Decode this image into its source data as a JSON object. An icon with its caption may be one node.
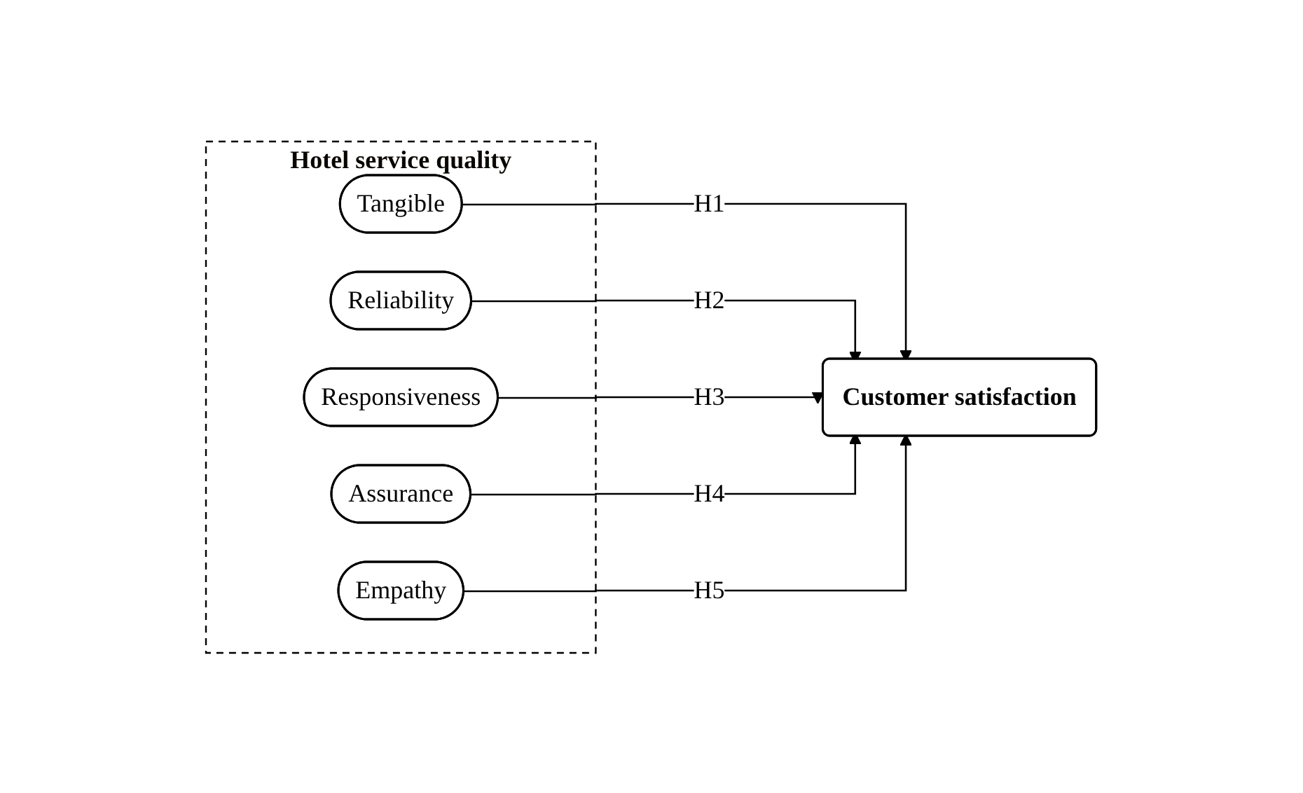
{
  "diagram": {
    "nodes": [
      {
        "text": [
          "Hotel service quality"
        ]
      },
      {
        "text": [
          "Tangible"
        ],
        "in": 0
      },
      {
        "text": [
          "Reliability"
        ],
        "in": 0
      },
      {
        "text": [
          "Responsiveness"
        ],
        "in": 0
      },
      {
        "text": [
          "Assurance"
        ],
        "in": 0
      },
      {
        "text": [
          "Empathy"
        ],
        "in": 0
      },
      {
        "text": [
          "Customer satisfaction"
        ]
      }
    ],
    "edges": [
      {
        "from": 1,
        "to": 6,
        "arrow": "to",
        "label": "H1"
      },
      {
        "from": 2,
        "to": 6,
        "arrow": "to",
        "label": "H2"
      },
      {
        "from": 3,
        "to": 6,
        "arrow": "to",
        "label": "H3"
      },
      {
        "from": 4,
        "to": 6,
        "arrow": "to",
        "label": "H4"
      },
      {
        "from": 5,
        "to": 6,
        "arrow": "to",
        "label": "H5"
      }
    ]
  }
}
